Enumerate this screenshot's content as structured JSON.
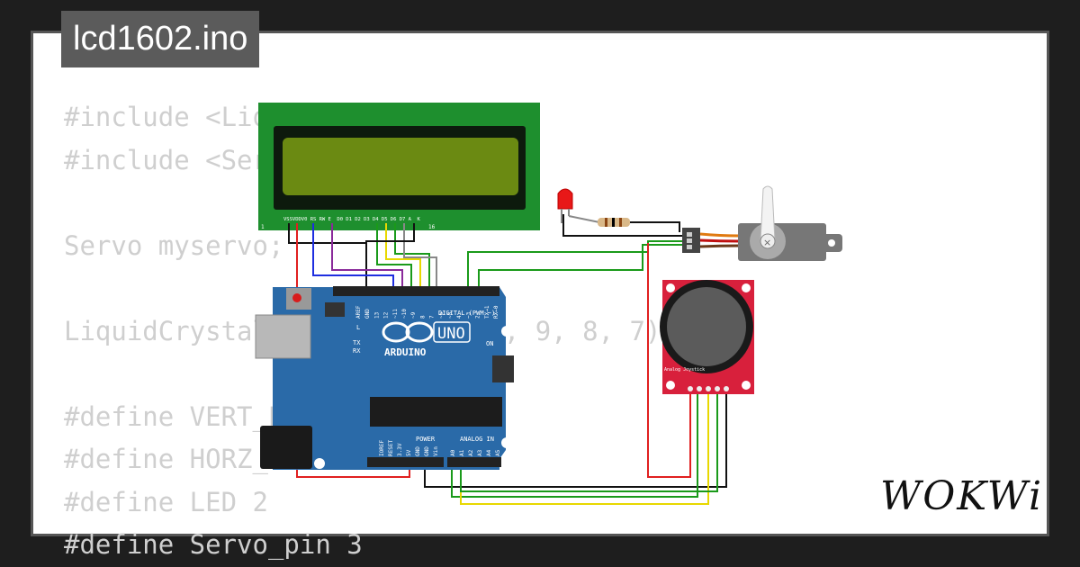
{
  "file_tab": {
    "name": "lcd1602.ino"
  },
  "code_lines": [
    "#include <LiquidCrystal.h>",
    "#include <Servo.h>",
    "",
    "Servo myservo;",
    "",
    "LiquidCrystal lcd(12, 11, 10, 9, 8, 7);",
    "",
    "#define VERT_PIN A3",
    "#define HORZ_PIN A2",
    "#define LED 2",
    "#define Servo_pin 3"
  ],
  "brand": {
    "logo_text": "WOKWi"
  },
  "lcd": {
    "pin_labels": [
      "VSS",
      "VDD",
      "V0",
      "RS",
      "RW",
      "E",
      "D0",
      "D1",
      "D2",
      "D3",
      "D4",
      "D5",
      "D6",
      "D7",
      "A",
      "K"
    ],
    "pin_first": "1",
    "pin_last": "16"
  },
  "arduino": {
    "logo_text": "ARDUINO",
    "model": "UNO",
    "on_label": "ON",
    "l_label": "L",
    "tx_label": "TX",
    "rx_label": "RX",
    "digital_label": "DIGITAL (PWM ~)",
    "analog_label": "ANALOG IN",
    "power_label": "POWER",
    "digital_pins": [
      "AREF",
      "GND",
      "13",
      "12",
      "~11",
      "~10",
      "~9",
      "8",
      "7",
      "~6",
      "~5",
      "4",
      "~3",
      "2",
      "TX→1",
      "RX←0"
    ],
    "power_pins": [
      "IOREF",
      "RESET",
      "3.3V",
      "5V",
      "GND",
      "GND",
      "Vin"
    ],
    "analog_pins": [
      "A0",
      "A1",
      "A2",
      "A3",
      "A4",
      "A5"
    ]
  },
  "joystick": {
    "label": "Analog Joystick"
  },
  "colors": {
    "background": "#1e1e1e",
    "canvas": "#ffffff",
    "code_text": "#cfcfcf",
    "title_bg": "#5b5b5b",
    "lcd_board": "#1e8f2e",
    "lcd_screen": "#6b8a12",
    "arduino_board": "#2a6aa8",
    "joystick_board": "#d8203c",
    "wire_red": "#e02020",
    "wire_black": "#111111",
    "wire_green": "#1a9a1a",
    "wire_blue": "#1e2ee0",
    "wire_purple": "#8a2a9a",
    "wire_yellow": "#e8d800",
    "wire_gray": "#888888"
  }
}
